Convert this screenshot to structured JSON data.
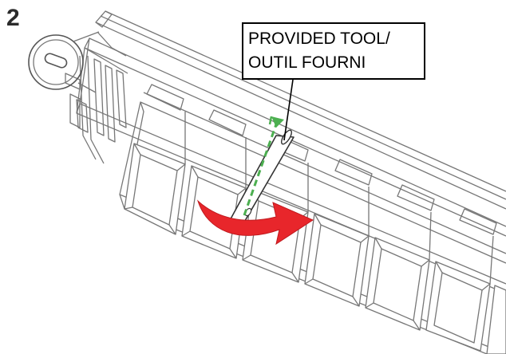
{
  "step": {
    "number": "2"
  },
  "callout": {
    "line1": "PROVIDED TOOL/",
    "line2": "OUTIL FOURNI"
  },
  "colors": {
    "arrow": "#e8262b",
    "guide": "#4caf50",
    "lines": "#777777"
  },
  "icons": {
    "rotation-arrow": "curved-arrow-right",
    "guide-arrow": "dashed-arrow-up"
  }
}
